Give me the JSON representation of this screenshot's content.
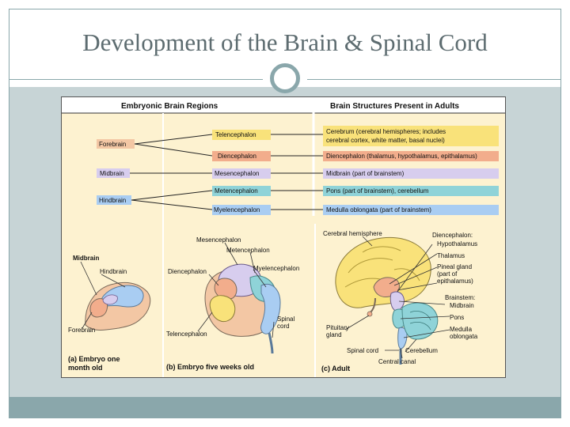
{
  "slide": {
    "title": "Development of the Brain & Spinal Cord"
  },
  "figure": {
    "header_left": "Embryonic Brain Regions",
    "header_right": "Brain Structures Present in Adults",
    "primary_regions": {
      "forebrain": "Forebrain",
      "midbrain": "Midbrain",
      "hindbrain": "Hindbrain"
    },
    "secondary_regions": {
      "telencephalon": "Telencephalon",
      "diencephalon": "Diencephalon",
      "mesencephalon": "Mesencephalon",
      "metencephalon": "Metencephalon",
      "myelencephalon": "Myelencephalon"
    },
    "adult_structures": {
      "cerebrum_line1": "Cerebrum (cerebral hemispheres; includes",
      "cerebrum_line2": "cerebral cortex, white matter, basal nuclei)",
      "diencephalon": "Diencephalon (thalamus, hypothalamus, epithalamus)",
      "midbrain": "Midbrain (part of brainstem)",
      "pons": "Pons (part of brainstem),  cerebellum",
      "medulla": "Medulla oblongata (part of brainstem)"
    },
    "panel_a": {
      "midbrain": "Midbrain",
      "hindbrain": "Hindbrain",
      "forebrain": "Forebrain",
      "caption_line1": "(a) Embryo one",
      "caption_line2": "month old"
    },
    "panel_b": {
      "mesencephalon": "Mesencephalon",
      "metencephalon": "Metencephalon",
      "diencephalon": "Diencephalon",
      "myelencephalon": "Myelencephalon",
      "spinal_line1": "Spinal",
      "spinal_line2": "cord",
      "telencephalon": "Telencephalon",
      "caption": "(b) Embryo five weeks old"
    },
    "panel_c": {
      "cerebral_hemisphere": "Cerebral hemisphere",
      "diencephalon": "Diencephalon:",
      "hypothalamus": "Hypothalamus",
      "thalamus": "Thalamus",
      "pineal_line1": "Pineal gland",
      "pineal_line2": "(part of",
      "pineal_line3": "epithalamus)",
      "brainstem": "Brainstem:",
      "midbrain": "Midbrain",
      "pons": "Pons",
      "medulla_line1": "Medulla",
      "medulla_line2": "oblongata",
      "pituitary_line1": "Pituitary",
      "pituitary_line2": "gland",
      "spinal_cord": "Spinal cord",
      "cerebellum": "Cerebellum",
      "central_canal": "Central canal",
      "caption": "(c) Adult"
    },
    "colors": {
      "forebrain": "#f3c7a4",
      "telencephalon": "#f9e27a",
      "diencephalon": "#f2ad8c",
      "mesencephalon": "#d7cdee",
      "metencephalon": "#8fd3d8",
      "myelencephalon": "#a9cdf2"
    }
  }
}
